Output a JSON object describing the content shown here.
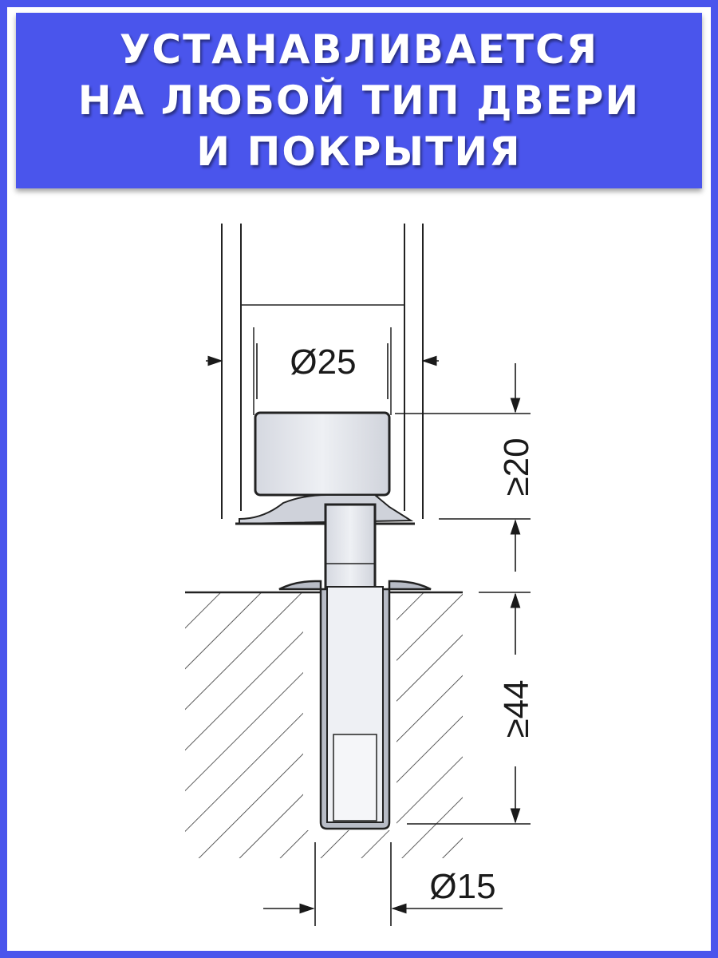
{
  "banner": {
    "lines": [
      "УСТАНАВЛИВАЕТСЯ",
      "НА ЛЮБОЙ ТИП ДВЕРИ",
      "И ПОКРЫТИЯ"
    ]
  },
  "dimensions": {
    "top_diameter": "Ø25",
    "upper_height": "≥20",
    "lower_depth": "≥44",
    "bottom_diameter": "Ø15"
  },
  "colors": {
    "frame": "#4a55ec",
    "banner": "#4a55ec",
    "banner_text": "#ffffff",
    "part_fill": "#e6e8ee",
    "hatch": "#333333"
  }
}
